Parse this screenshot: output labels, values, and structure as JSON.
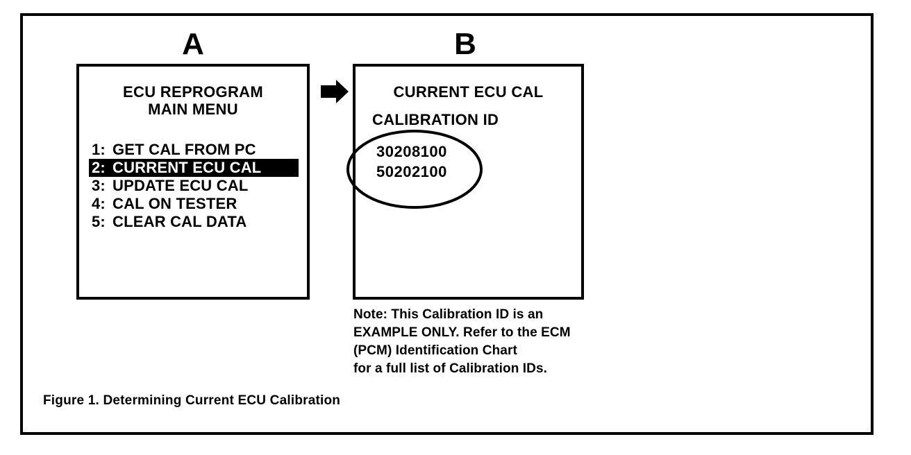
{
  "figure": {
    "caption": "Figure 1. Determining Current ECU Calibration"
  },
  "panel_a": {
    "label": "A",
    "title_line1": "ECU REPROGRAM",
    "title_line2": "MAIN MENU",
    "menu_items": [
      {
        "number": "1:",
        "label": "GET CAL FROM PC",
        "selected": false
      },
      {
        "number": "2:",
        "label": "CURRENT ECU CAL",
        "selected": true
      },
      {
        "number": "3:",
        "label": "UPDATE ECU CAL",
        "selected": false
      },
      {
        "number": "4:",
        "label": "CAL ON TESTER",
        "selected": false
      },
      {
        "number": "5:",
        "label": "CLEAR CAL DATA",
        "selected": false
      }
    ]
  },
  "flow": {
    "arrow_icon": "arrow-right-icon"
  },
  "panel_b": {
    "label": "B",
    "header": "CURRENT ECU CAL",
    "subheader": "CALIBRATION ID",
    "calibration_ids": [
      "30208100",
      "50202100"
    ],
    "highlight_shape": "ellipse"
  },
  "note": {
    "lines": [
      "Note: This Calibration ID is an",
      "EXAMPLE ONLY. Refer to the ECM",
      "(PCM) Identification Chart",
      "for a full list of Calibration IDs."
    ]
  },
  "colors": {
    "ink": "#000000",
    "paper": "#ffffff",
    "selected_background": "#000000",
    "selected_text": "#ffffff"
  }
}
